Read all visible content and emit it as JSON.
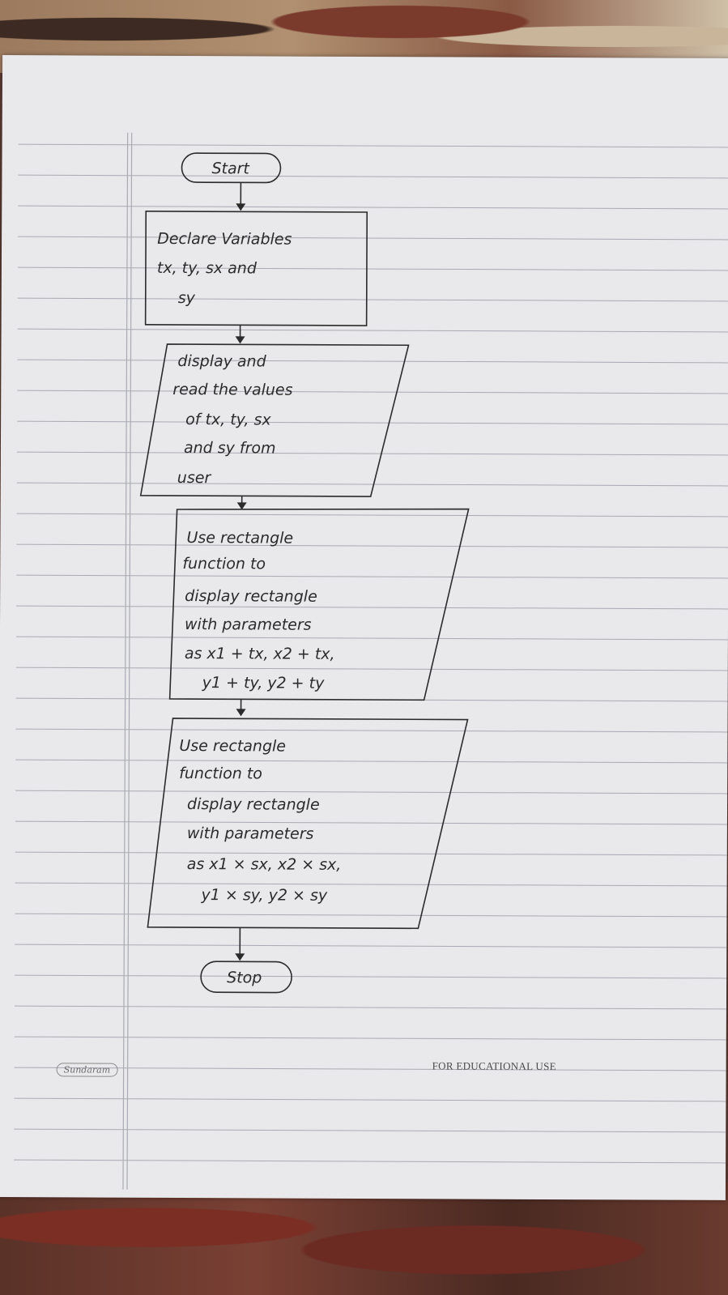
{
  "flowchart": {
    "start": "Start",
    "step1": [
      "Declare Variables",
      "tx, ty, sx and",
      "sy"
    ],
    "step2": [
      "display and",
      "read the values",
      "of tx, ty, sx",
      "and sy from",
      "user"
    ],
    "step3": [
      "Use rectangle",
      "function to",
      "display rectangle",
      "with parameters",
      "as  x1 + tx, x2 + tx,",
      "y1 + ty, y2 + ty"
    ],
    "step4": [
      "Use rectangle",
      "function to",
      "display rectangle",
      "with parameters",
      "as  x1 × sx, x2 × sx,",
      "y1 × sy, y2 × sy"
    ],
    "stop": "Stop"
  },
  "footer": {
    "brand": "Sundaram",
    "notice": "FOR EDUCATIONAL USE"
  },
  "colors": {
    "paper": "#e9e9ec",
    "rule": "#a9aab2",
    "ink": "#2b2b2b"
  }
}
